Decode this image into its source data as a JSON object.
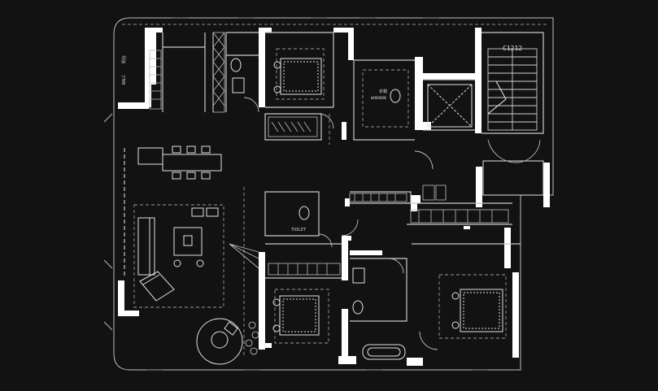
{
  "colors": {
    "background": "#121212",
    "wall": "#ffffff",
    "line": "#bdbdbd",
    "dash": "#9a9a9a"
  },
  "labels": {
    "stair_code": "C1212",
    "toilet": "TOILET",
    "wardrobe_cn": "衣帽",
    "wardrobe_en": "WARDROBE",
    "balcony_left_top": "阳台",
    "balcony_left_bottom": "BALC"
  },
  "icons": [
    "bed-icon",
    "sofa-icon",
    "dining-table-icon",
    "toilet-icon",
    "bathtub-icon",
    "lounge-chair-icon",
    "round-table-icon",
    "plant-icon",
    "stair-icon",
    "elevator-icon"
  ]
}
